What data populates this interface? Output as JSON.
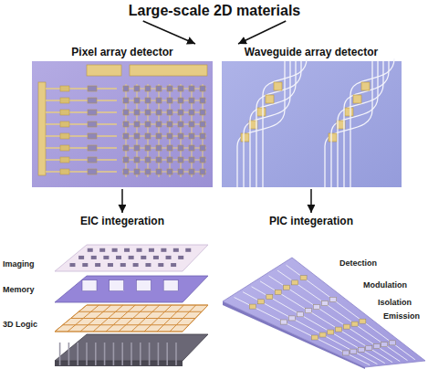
{
  "diagram": {
    "nodes": [
      {
        "text": [
          "Large-scale 2D materials"
        ]
      },
      {
        "text": [
          "Pixel array detector"
        ]
      },
      {
        "text": [
          "Waveguide array detector"
        ]
      },
      {
        "text": [
          "EIC integeration"
        ]
      },
      {
        "text": [
          "PIC integeration"
        ]
      }
    ],
    "edges": [
      {
        "from": 0,
        "to": 1,
        "arrow": "to"
      },
      {
        "from": 0,
        "to": 2,
        "arrow": "to"
      },
      {
        "from": 1,
        "to": 3,
        "arrow": "to"
      },
      {
        "from": 2,
        "to": 4,
        "arrow": "to"
      }
    ],
    "labels": [
      "Imaging",
      "Memory",
      "3D Logic",
      "Detection",
      "Modulation",
      "Isolation",
      "Emission"
    ]
  }
}
